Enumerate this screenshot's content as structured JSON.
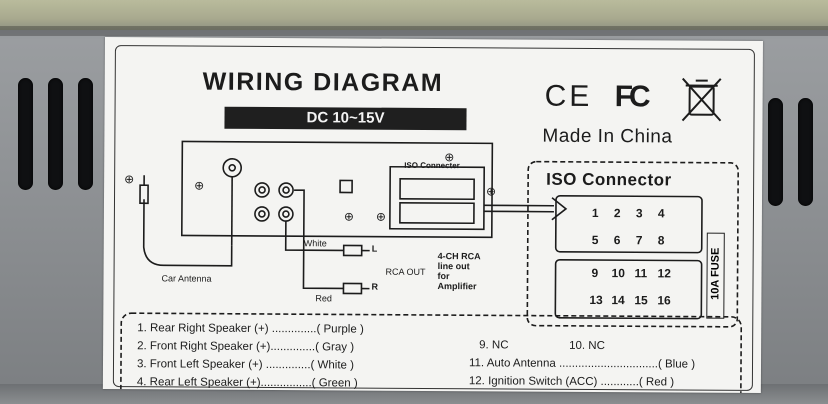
{
  "label": {
    "title": "WIRING  DIAGRAM",
    "voltage": "DC 10~15V",
    "certifications": {
      "ce": "CE",
      "fc": "FC",
      "weee": "weee-bin-icon"
    },
    "made_in": "Made In China",
    "iso_connector_title": "ISO Connector",
    "iso_connecter_small": "ISO Connecter",
    "car_antenna": "Car Antenna",
    "white": "White",
    "red": "Red",
    "l": "L",
    "r": "R",
    "rca_out": "RCA OUT",
    "rca_note": [
      "4-CH  RCA",
      "line  out",
      "for",
      "Amplifier"
    ],
    "fuse": "10A FUSE",
    "pins_top": [
      "1",
      "2",
      "3",
      "4",
      "5",
      "6",
      "7",
      "8"
    ],
    "pins_bottom": [
      "9",
      "10",
      "11",
      "12",
      "13",
      "14",
      "15",
      "16"
    ],
    "legend_left": [
      "1. Rear Right Speaker (+) ..............( Purple )",
      "2. Front Right Speaker (+)..............( Gray )",
      "3. Front Left Speaker (+) ..............( White )",
      "4. Rear Left Speaker (+)................( Green )"
    ],
    "legend_right_nc": [
      "9. NC",
      "10. NC"
    ],
    "legend_right": [
      "11. Auto Antenna ...............................( Blue )",
      "12. Ignition Switch (ACC) ............( Red )"
    ]
  },
  "colors": {
    "label_bg": "#f4f4f2",
    "ink": "#1c1c1c",
    "chassis": "#8d9093"
  }
}
